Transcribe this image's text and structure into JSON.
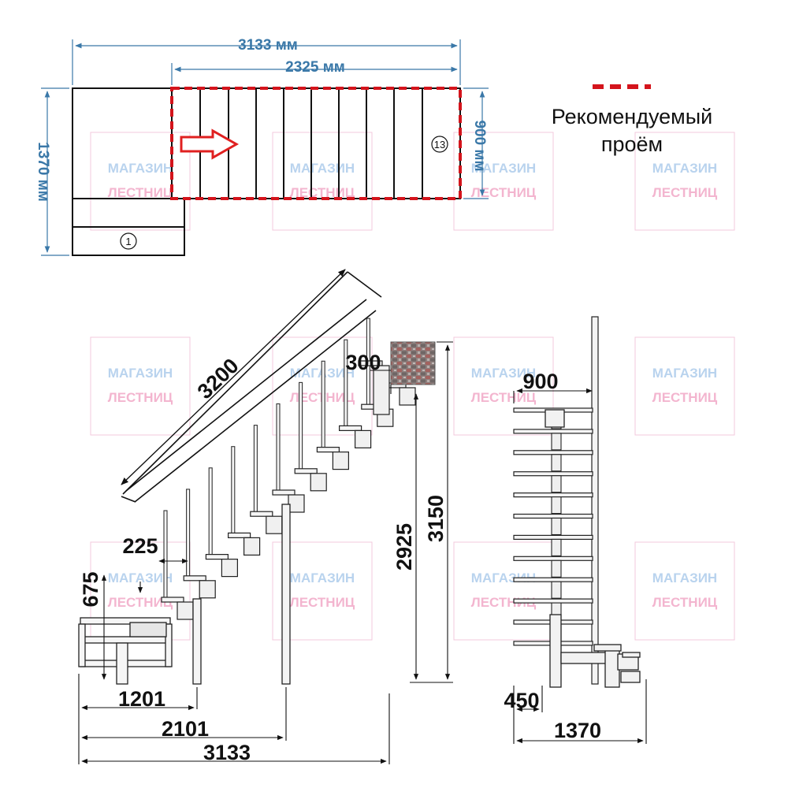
{
  "plan": {
    "total_length": "3133 мм",
    "opening_length": "2325 мм",
    "total_width": "1370 мм",
    "opening_width": "900 мм",
    "first_step": "1",
    "last_step": "13"
  },
  "legend": {
    "line1": "Рекомендуемый",
    "line2": "проём",
    "line_color": "#d4141c"
  },
  "side": {
    "stringer": "3200",
    "slab": "300",
    "landing_run": "225",
    "landing_height": "675",
    "height_to_slab": "2925",
    "total_height": "3150",
    "run_1": "1201",
    "run_2": "2101",
    "run_total": "3133"
  },
  "front": {
    "width_top": "900",
    "offset": "450",
    "width_total": "1370"
  },
  "watermark": {
    "line1": "МАГАЗИН",
    "line2": "ЛЕСТНИЦ"
  },
  "colors": {
    "dimension_blue": "#3a78a8",
    "arrow_red": "#e02020"
  }
}
